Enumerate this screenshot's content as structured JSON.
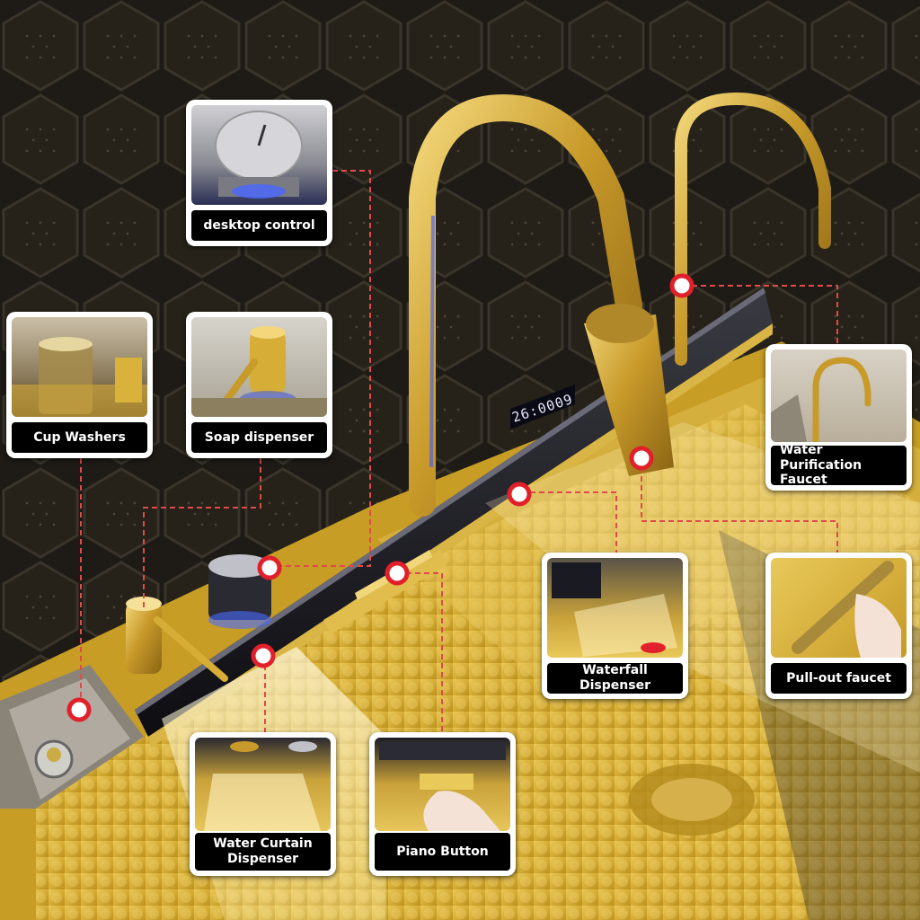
{
  "display": {
    "time_readout": "26:0009"
  },
  "callouts": {
    "desktop_control": {
      "label": "desktop control"
    },
    "cup_washers": {
      "label": "Cup Washers"
    },
    "soap_dispenser": {
      "label": "Soap dispenser"
    },
    "water_purification_faucet": {
      "label_line1": "Water Purification",
      "label_line2": "Faucet"
    },
    "waterfall_dispenser": {
      "label": "Waterfall Dispenser"
    },
    "pull_out_faucet": {
      "label": "Pull-out faucet"
    },
    "water_curtain_dispenser": {
      "label_line1": "Water Curtain",
      "label_line2": "Dispenser"
    },
    "piano_button": {
      "label": "Piano Button"
    }
  },
  "colors": {
    "gold": "#d8b23a",
    "dark_background": "#1a1712",
    "marker_red": "#e0202a",
    "leader_line": "#e04a4a"
  }
}
